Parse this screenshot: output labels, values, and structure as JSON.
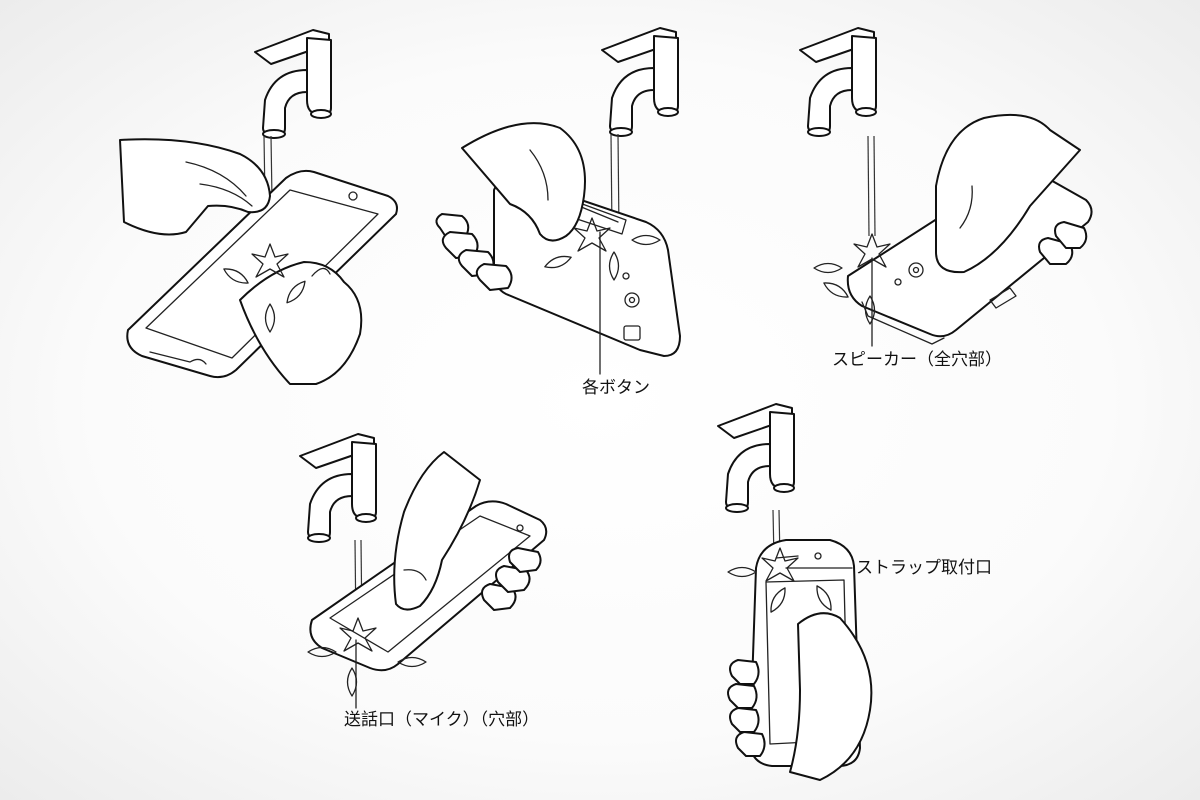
{
  "labels": {
    "buttons": "各ボタン",
    "speaker": "スピーカー（全穴部）",
    "mic": "送話口（マイク）（穴部）",
    "strap": "ストラップ取付口"
  }
}
